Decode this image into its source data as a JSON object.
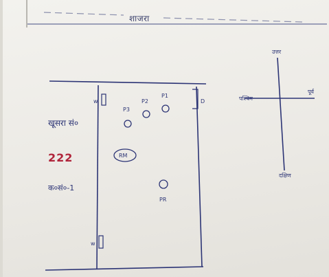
{
  "header": {
    "title": "शाजरा"
  },
  "plot": {
    "label": "खूसरा सं०",
    "number": "222",
    "survey_label": "क०सं०-1"
  },
  "markers": {
    "w_top": "w",
    "w_bottom": "w",
    "d": "D",
    "rm": "RM",
    "pr": "PR",
    "p1": "P1",
    "p2": "P2",
    "p3": "P3"
  },
  "compass": {
    "north": "उत्तर",
    "south": "दक्षिण",
    "east": "पूर्व",
    "west": "पश्चिम"
  },
  "colors": {
    "ink": "#2c3475",
    "red_ink": "#b0243a",
    "paper": "#f1f0ec"
  }
}
